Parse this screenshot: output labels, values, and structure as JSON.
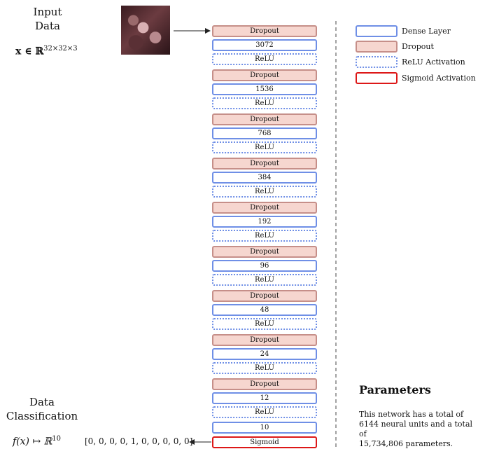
{
  "input": {
    "title_line1": "Input",
    "title_line2": "Data",
    "math_x": "x ∈ ℝ",
    "math_dims": "32×32×3"
  },
  "output": {
    "title_line1": "Data",
    "title_line2": "Classification",
    "math_f": "f(x) ↦ ℝ",
    "math_dims": "10",
    "vector": "[0, 0, 0, 0, 1, 0, 0, 0, 0, 0]"
  },
  "layers": [
    {
      "type": "dropout",
      "label": "Dropout"
    },
    {
      "type": "dense",
      "label": "3072"
    },
    {
      "type": "relu",
      "label": "ReLU"
    },
    {
      "type": "dropout",
      "label": "Dropout"
    },
    {
      "type": "dense",
      "label": "1536"
    },
    {
      "type": "relu",
      "label": "ReLU"
    },
    {
      "type": "dropout",
      "label": "Dropout"
    },
    {
      "type": "dense",
      "label": "768"
    },
    {
      "type": "relu",
      "label": "ReLU"
    },
    {
      "type": "dropout",
      "label": "Dropout"
    },
    {
      "type": "dense",
      "label": "384"
    },
    {
      "type": "relu",
      "label": "ReLU"
    },
    {
      "type": "dropout",
      "label": "Dropout"
    },
    {
      "type": "dense",
      "label": "192"
    },
    {
      "type": "relu",
      "label": "ReLU"
    },
    {
      "type": "dropout",
      "label": "Dropout"
    },
    {
      "type": "dense",
      "label": "96"
    },
    {
      "type": "relu",
      "label": "ReLU"
    },
    {
      "type": "dropout",
      "label": "Dropout"
    },
    {
      "type": "dense",
      "label": "48"
    },
    {
      "type": "relu",
      "label": "ReLU"
    },
    {
      "type": "dropout",
      "label": "Dropout"
    },
    {
      "type": "dense",
      "label": "24"
    },
    {
      "type": "relu",
      "label": "ReLU"
    },
    {
      "type": "dropout",
      "label": "Dropout"
    },
    {
      "type": "dense",
      "label": "12"
    },
    {
      "type": "relu",
      "label": "ReLU"
    },
    {
      "type": "dense",
      "label": "10"
    },
    {
      "type": "sigmoid",
      "label": "Sigmoid"
    }
  ],
  "legend": [
    {
      "type": "dense",
      "label": "Dense Layer"
    },
    {
      "type": "dropout",
      "label": "Dropout"
    },
    {
      "type": "relu",
      "label": "ReLU Activation"
    },
    {
      "type": "sigmoid",
      "label": "Sigmoid Activation"
    }
  ],
  "parameters": {
    "title": "Parameters",
    "text_line1": "This network has a total of",
    "text_line2": "6144 neural units and a total of",
    "text_line3": "15,734,806 parameters."
  },
  "colors": {
    "dense": "#6f8fe6",
    "dropout_fill": "#f6d6cf",
    "dropout_border": "#c68f89",
    "sigmoid": "#dd1818"
  }
}
